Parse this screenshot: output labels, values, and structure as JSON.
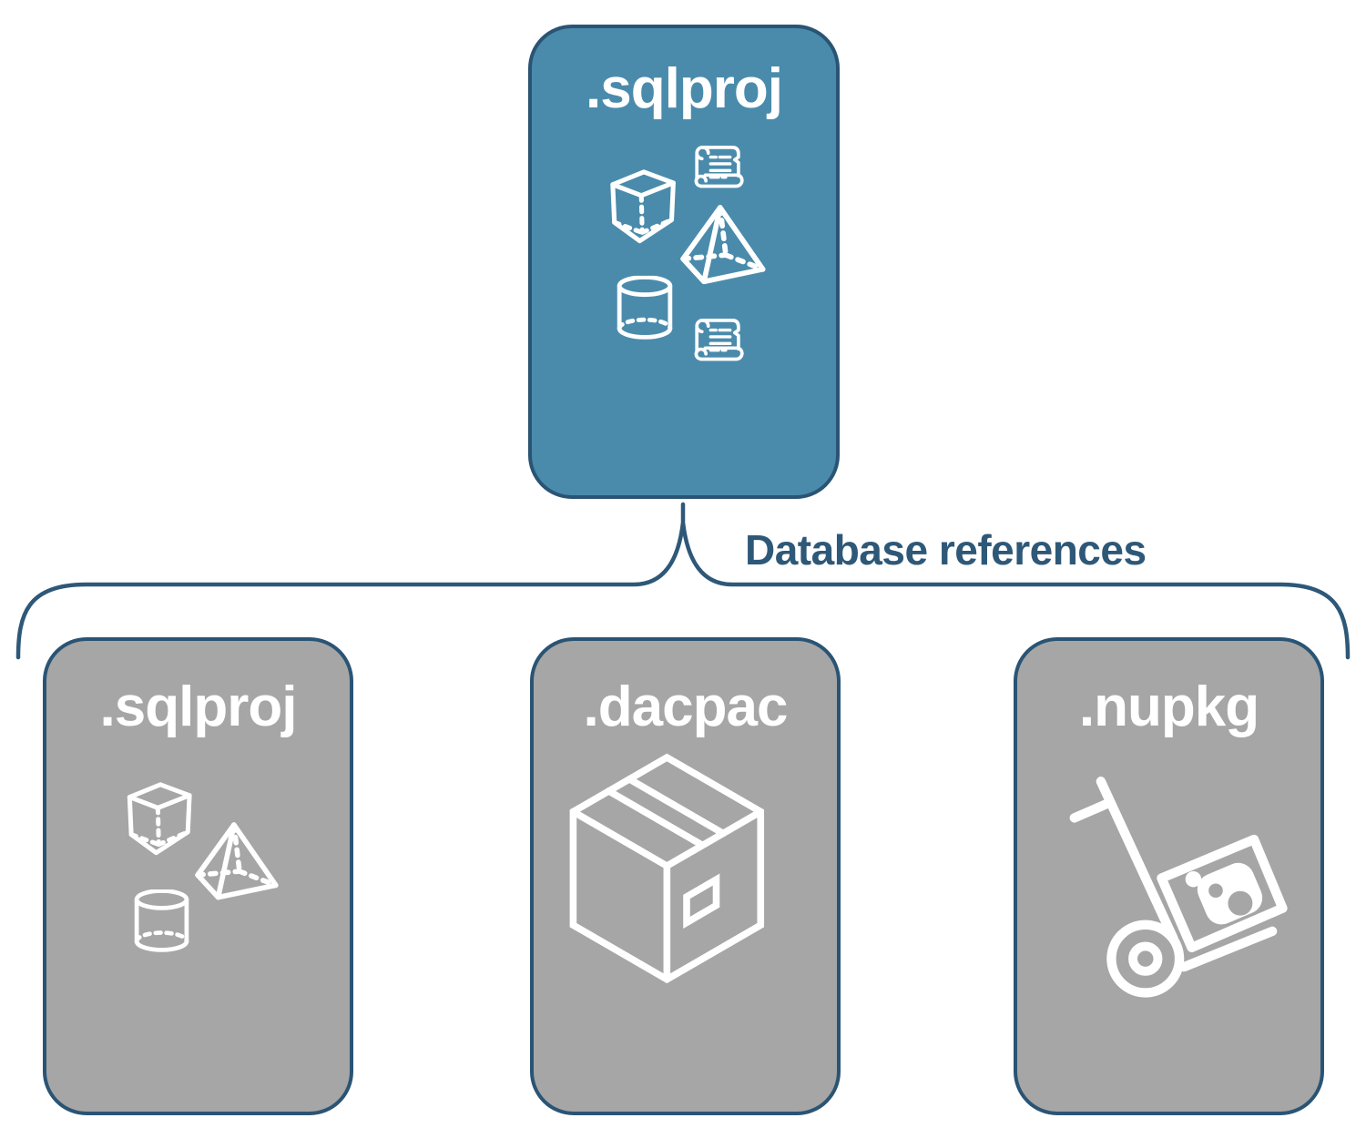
{
  "diagram": {
    "source_node": {
      "label": ".sqlproj",
      "icons": [
        "cube-icon",
        "scroll-icon",
        "pyramid-icon",
        "cylinder-icon",
        "scroll-icon"
      ]
    },
    "connector": {
      "label": "Database references"
    },
    "target_nodes": [
      {
        "label": ".sqlproj",
        "icons": [
          "cube-icon",
          "pyramid-icon",
          "cylinder-icon"
        ]
      },
      {
        "label": ".dacpac",
        "icons": [
          "package-box-icon"
        ]
      },
      {
        "label": ".nupkg",
        "icons": [
          "hand-truck-package-icon"
        ]
      }
    ]
  },
  "colors": {
    "source_fill": "#4a8bac",
    "target_fill": "#a6a6a6",
    "node_border": "#2a5474",
    "connector": "#2e5878",
    "icon": "#ffffff",
    "background": "#ffffff"
  }
}
